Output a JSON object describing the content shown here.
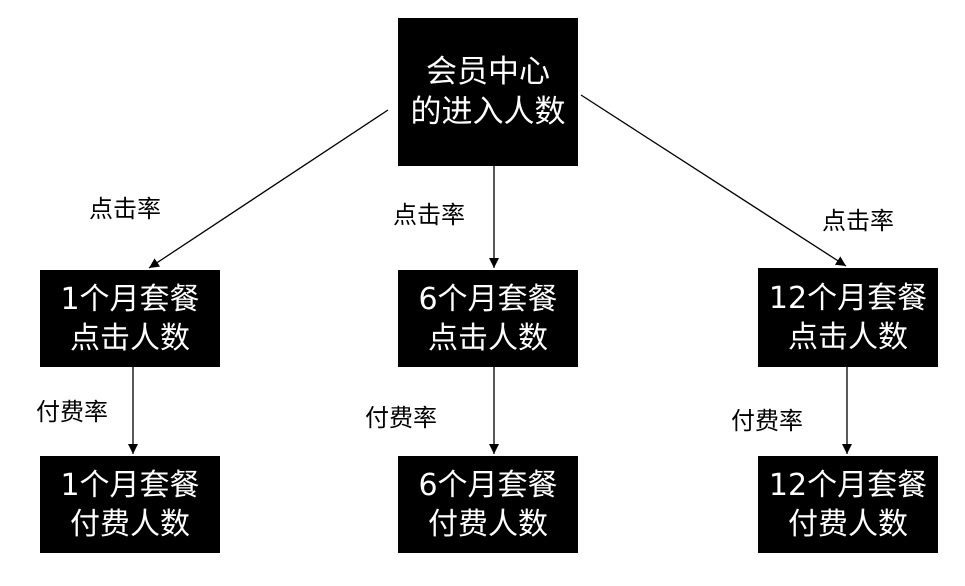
{
  "nodes": {
    "top": {
      "line1": "会员中心",
      "line2": "的进入人数"
    },
    "m1": {
      "line1": "1个月套餐",
      "line2": "点击人数"
    },
    "m6": {
      "line1": "6个月套餐",
      "line2": "点击人数"
    },
    "m12": {
      "line1": "12个月套餐",
      "line2": "点击人数"
    },
    "b1": {
      "line1": "1个月套餐",
      "line2": "付费人数"
    },
    "b6": {
      "line1": "6个月套餐",
      "line2": "付费人数"
    },
    "b12": {
      "line1": "12个月套餐",
      "line2": "付费人数"
    }
  },
  "edges": {
    "click_1": "点击率",
    "click_6": "点击率",
    "click_12": "点击率",
    "pay_1": "付费率",
    "pay_6": "付费率",
    "pay_12": "付费率"
  },
  "colors": {
    "node_fill": "#000000",
    "node_text": "#ffffff",
    "line": "#000000",
    "background": "#ffffff"
  }
}
